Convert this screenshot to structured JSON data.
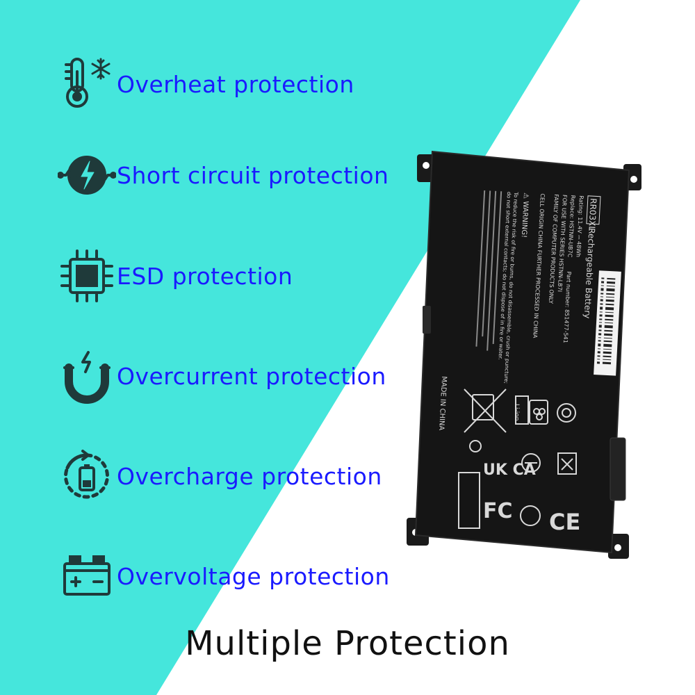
{
  "colors": {
    "teal": "#45e6dc",
    "label_blue": "#1a1aff",
    "icon_dark": "#1f3a3a",
    "battery_body": "#151515",
    "headline": "#111111"
  },
  "features": [
    {
      "icon": "thermometer-snowflake-icon",
      "label": "Overheat protection"
    },
    {
      "icon": "lightning-circuit-icon",
      "label": "Short circuit protection"
    },
    {
      "icon": "chip-icon",
      "label": "ESD protection"
    },
    {
      "icon": "magnet-lightning-icon",
      "label": "Overcurrent protection"
    },
    {
      "icon": "battery-charge-cycle-icon",
      "label": "Overcharge protection"
    },
    {
      "icon": "car-battery-icon",
      "label": "Overvoltage protection"
    }
  ],
  "headline": "Multiple Protection",
  "battery": {
    "model": "RR03XL",
    "title": "Rechargeable Battery",
    "rating": "Rating: 11.4V ⎓ 48Wh",
    "replace": "Replace: HSTNN-UB7C",
    "part": "Part number: 851477-541",
    "use_with": "FOR USE WITH SERIES HSTNN-LB7I",
    "family": "FAMILY OF COMPUTER PRODUCTS ONLY",
    "cell_origin": "CELL ORIGIN CHINA FURTHER PROCESSED IN CHINA",
    "warning": "⚠ WARNING!",
    "warning_1": "To reduce the risk of fire or burns, do not disassemble, crush or puncture;",
    "warning_2": "do not short external contacts; do not dispose of in fire or water.",
    "made_in": "MADE IN CHINA",
    "li_ion": "Li-ion",
    "ukca": "UK CA",
    "fc": "FC",
    "ce": "CE"
  }
}
